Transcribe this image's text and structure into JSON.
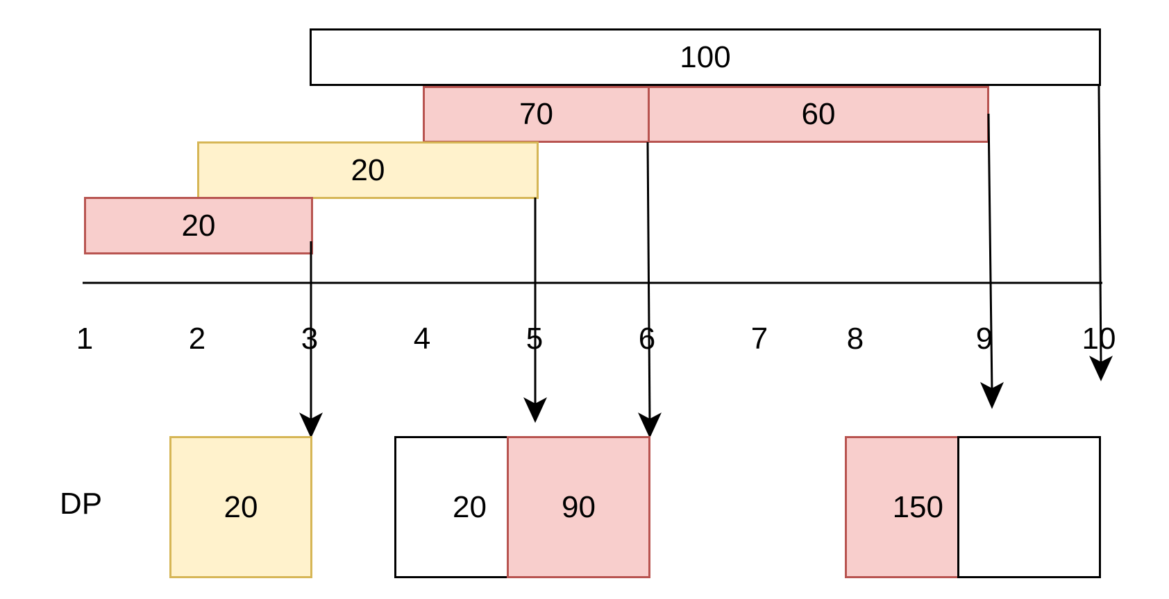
{
  "intervals": [
    {
      "id": "interval-100",
      "label": "100"
    },
    {
      "id": "interval-70",
      "label": "70"
    },
    {
      "id": "interval-60",
      "label": "60"
    },
    {
      "id": "interval-20-yellow",
      "label": "20"
    },
    {
      "id": "interval-20-red",
      "label": "20"
    }
  ],
  "axis": {
    "ticks": [
      "1",
      "2",
      "3",
      "4",
      "5",
      "6",
      "7",
      "8",
      "9",
      "10"
    ]
  },
  "dp": {
    "label": "DP",
    "cells": [
      "20",
      "20",
      "90",
      "150",
      ""
    ]
  },
  "colors": {
    "red_fill": "#f8cecc",
    "red_stroke": "#b85450",
    "yellow_fill": "#fff2cc",
    "yellow_stroke": "#d6b656",
    "line": "#000000"
  }
}
